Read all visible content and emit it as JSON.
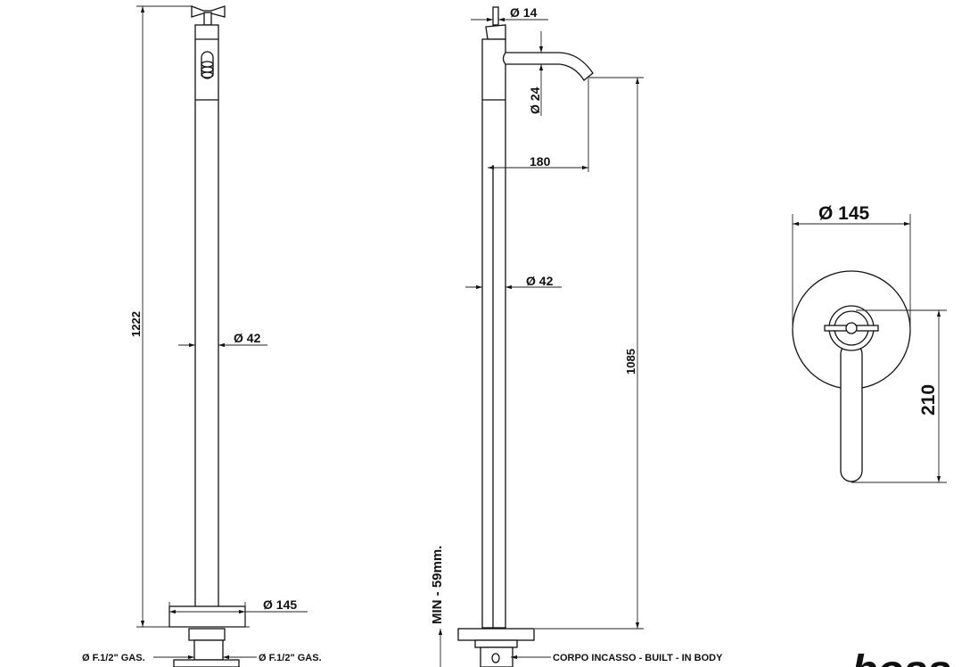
{
  "side_view": {
    "height": "1222",
    "pipe_diameter": "Ø 42",
    "base_diameter": "Ø 145",
    "inlet_left": "Ø F.1/2\" GAS.",
    "inlet_right": "Ø F.1/2\" GAS."
  },
  "front_view": {
    "stem_diameter": "Ø 14",
    "spout_diameter": "Ø 24",
    "spout_reach": "180",
    "spout_height": "1085",
    "pipe_diameter": "Ø 42",
    "min_depth": "MIN - 59mm.",
    "built_in_body": "CORPO INCASSO - BUILT - IN BODY"
  },
  "mixer_view": {
    "plate_diameter": "Ø 145",
    "lever_length": "210"
  },
  "logo": {
    "text": "bossini"
  }
}
